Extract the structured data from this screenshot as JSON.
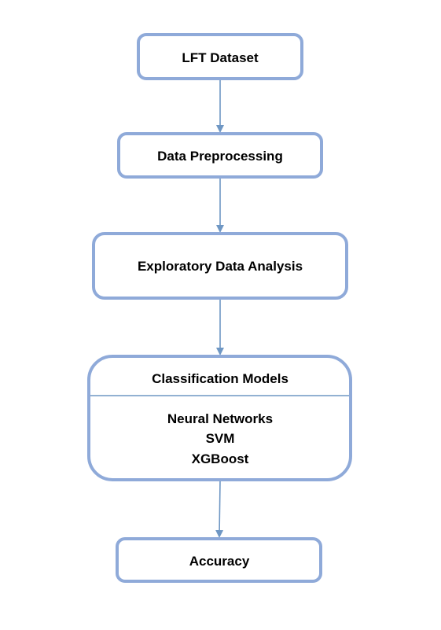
{
  "colors": {
    "box_border": "#8faad9",
    "connector": "#6f97c4",
    "text": "#000000",
    "background": "#ffffff"
  },
  "nodes": {
    "lft_dataset": "LFT Dataset",
    "data_preprocessing": "Data Preprocessing",
    "exploratory_data_analysis": "Exploratory Data Analysis",
    "classification_models": {
      "title": "Classification Models",
      "items": [
        "Neural Networks",
        "SVM",
        "XGBoost"
      ]
    },
    "accuracy": "Accuracy"
  }
}
